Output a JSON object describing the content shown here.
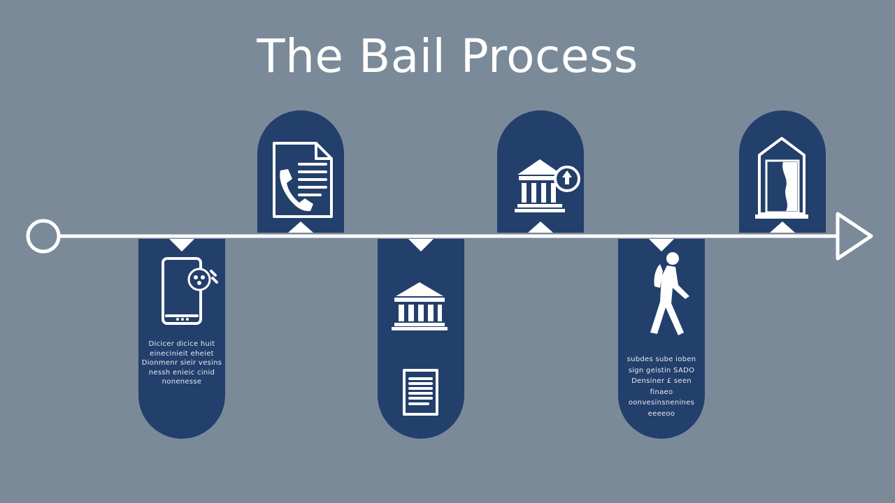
{
  "title": "The Bail Process",
  "steps": [
    {
      "id": "step-1",
      "position": "below",
      "icon": "smartphone-icon",
      "caption": [
        "Dicicer dicice huit",
        "einecinieit eheiet",
        "Dionmenr sieir vesins",
        "nessh enieic cinid",
        "nonenesse"
      ]
    },
    {
      "id": "step-2",
      "position": "above",
      "icon": "phone-document-icon",
      "caption": []
    },
    {
      "id": "step-3",
      "position": "below",
      "icon": "courthouse-icon",
      "secondary_icon": "document-icon",
      "caption": []
    },
    {
      "id": "step-4",
      "position": "above",
      "icon": "courthouse-clock-icon",
      "caption": []
    },
    {
      "id": "step-5",
      "position": "below",
      "icon": "walking-person-icon",
      "caption": [
        "subdes sube ioben",
        "sign geistin SADO",
        "Densiner £ seen finaeo",
        "oonvesinsnenines",
        "eeeeoo"
      ]
    },
    {
      "id": "step-6",
      "position": "above",
      "icon": "house-door-icon",
      "caption": []
    }
  ],
  "colors": {
    "background": "#7a8a99",
    "pill": "#233f6b",
    "line": "#ffffff"
  }
}
